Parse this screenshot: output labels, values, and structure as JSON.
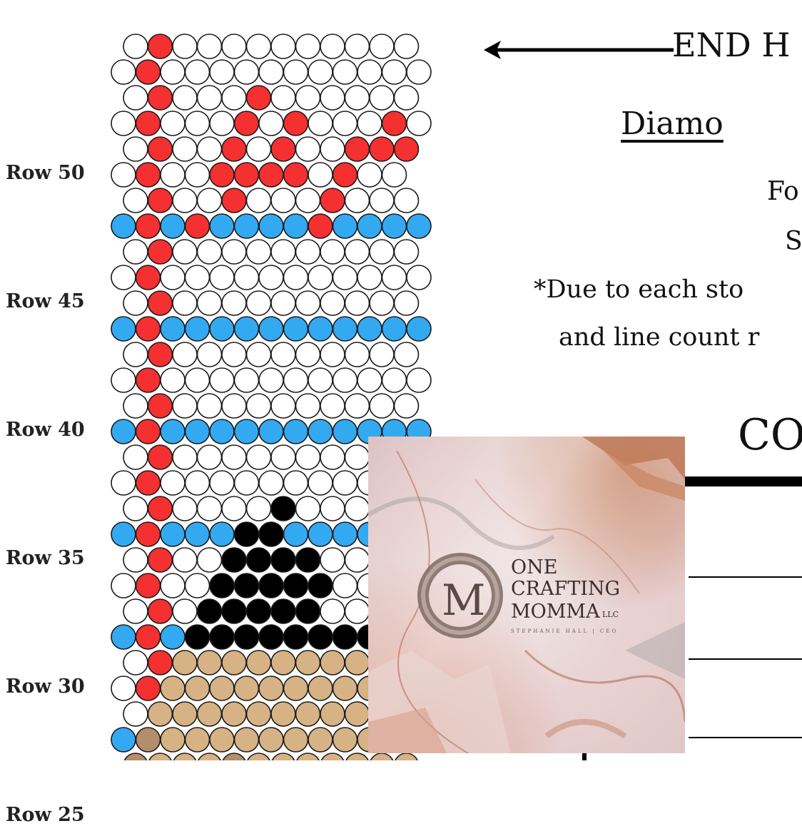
{
  "row_labels": [
    {
      "label": "Row 50",
      "row": 5
    },
    {
      "label": "Row 45",
      "row": 10
    },
    {
      "label": "Row 40",
      "row": 15
    },
    {
      "label": "Row 35",
      "row": 20
    },
    {
      "label": "Row 30",
      "row": 25
    },
    {
      "label": "Row 25",
      "row": 30
    }
  ],
  "colors": {
    "white": "#ffffff",
    "red": "#f43030",
    "blue": "#33a9f1",
    "black": "#000000",
    "tan": "#d6b284",
    "brown": "#b38d6c",
    "outline": "#1a1a1a"
  },
  "pattern_legend": {
    "W": "white",
    "R": "red",
    "B": "blue",
    "K": "black",
    "T": "tan",
    "D": "brown"
  },
  "pattern": [
    "WRWWWWWWWWWW",
    "WRWWWWWWWWWWW",
    "WRWWWRWWWWWW",
    "WRWWWRWRWWWRW",
    "WRWWRWRWWRRR",
    "WRWWRRRRWRWW",
    "WRWWRWWWRWWW",
    "BRBRBBBBRBBBB",
    "WRWWWWWWWWWW",
    "WRWWWWWWWWWWW",
    "WRWWWWWWWWWW",
    "BRBBBBBBBBBBB",
    "WRWWWWWWWWWW",
    "WRWWWWWWWWWWW",
    "WRWWWWWWWWWW",
    "BRBBBBBBBBBBB",
    "WRWWWWWWWWWW",
    "WRWWWWWWWWWWW",
    "WRWWWWKWWWWW",
    "BRBBBKKBBBBBB",
    "WRWWKKKKWWWW",
    "WRWWKKKKKWWWW",
    "WRWKKKKKWWWW",
    "BRBKKKKKKKKKK",
    "WRTTTTTTTTTT",
    "WRTTTTTTTTTTT",
    "WTTTTTTTTTTT",
    "BDTTTTTTTTTTT",
    "DTTTDTTTTTTT"
  ],
  "header_text": {
    "end": "END H",
    "diamond": "Diamo",
    "for": "Fo",
    "s": "S",
    "due": "*Due to each sto",
    "line": "and line count r",
    "co": "CO"
  },
  "logo": {
    "line1": "ONE",
    "line2": "CRAFTING",
    "line3": "MOMMA",
    "llc": "LLC",
    "subtitle": "STEPHANIE HALL | CEO"
  }
}
